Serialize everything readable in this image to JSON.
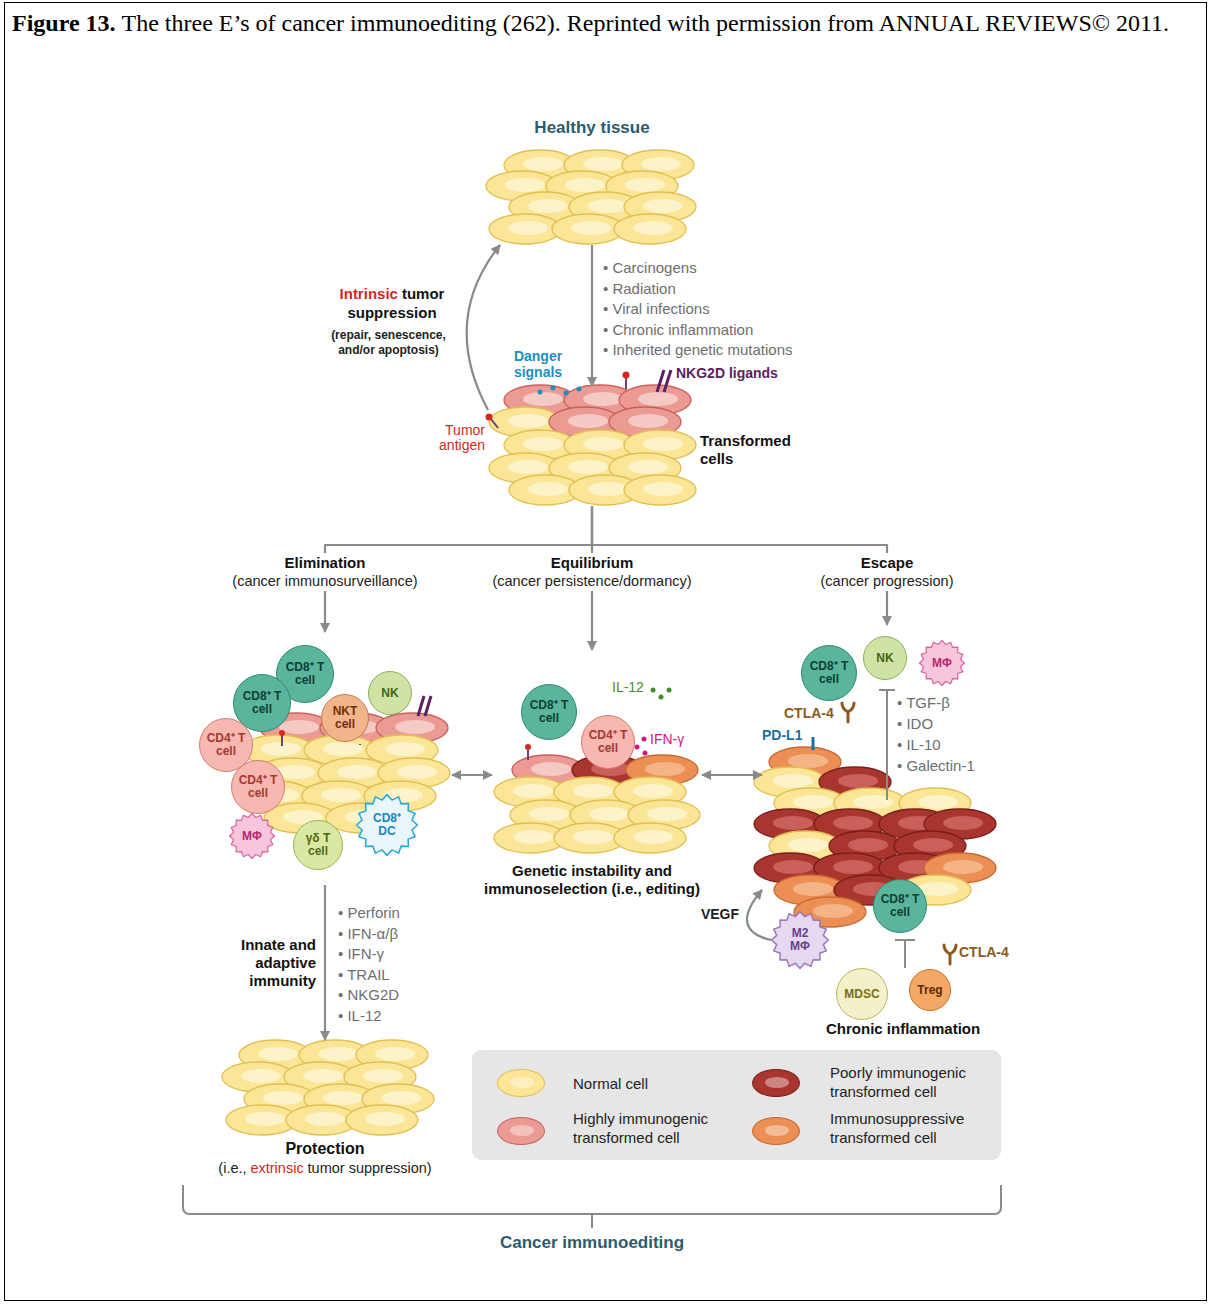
{
  "diagram": {
    "title": "Figure 13.",
    "caption": "The three E’s of cancer immunoediting (262). Reprinted with permission from ANNUAL REVIEWS© 2011.",
    "nodes": [
      {
        "text": [
          "Healthy tissue"
        ]
      },
      {
        "text": [
          "Transformed cells"
        ]
      },
      {
        "text": [
          "Elimination",
          "(cancer immunosurveillance)"
        ]
      },
      {
        "text": [
          "Equilibrium",
          "(cancer persistence/dormancy)",
          "Genetic instability and immunoselection (i.e., editing)"
        ]
      },
      {
        "text": [
          "Escape",
          "(cancer progression)"
        ]
      },
      {
        "text": [
          "Protection",
          "(i.e.,",
          "extrinsic",
          "tumor suppression)"
        ]
      },
      {
        "text": [
          "CD8⁺ T cell"
        ]
      },
      {
        "text": [
          "CD8⁺ T cell"
        ]
      },
      {
        "text": [
          "NKT cell"
        ]
      },
      {
        "text": [
          "NK"
        ]
      },
      {
        "text": [
          "CD4⁺ T cell"
        ]
      },
      {
        "text": [
          "CD4⁺ T cell"
        ]
      },
      {
        "text": [
          "MΦ"
        ]
      },
      {
        "text": [
          "γδ T cell"
        ]
      },
      {
        "text": [
          "CD8⁺ DC"
        ]
      },
      {
        "text": [
          "CD8⁺ T cell"
        ]
      },
      {
        "text": [
          "CD4⁺ T cell"
        ]
      },
      {
        "text": [
          "CD8⁺ T cell"
        ]
      },
      {
        "text": [
          "NK"
        ]
      },
      {
        "text": [
          "MΦ"
        ]
      },
      {
        "text": [
          "CD8⁺ T cell"
        ]
      },
      {
        "text": [
          "M2 MΦ"
        ]
      },
      {
        "text": [
          "MDSC"
        ]
      },
      {
        "text": [
          "Treg"
        ]
      }
    ],
    "edges": [
      {
        "from": 0,
        "to": 1,
        "arrow": "to"
      },
      {
        "from": 1,
        "to": 0,
        "arrow": "to"
      },
      {
        "from": 1,
        "to": 2,
        "arrow": "to"
      },
      {
        "from": 1,
        "to": 3,
        "arrow": "to"
      },
      {
        "from": 1,
        "to": 4,
        "arrow": "to"
      },
      {
        "from": 2,
        "to": 3,
        "arrow": "both"
      },
      {
        "from": 3,
        "to": 4,
        "arrow": "both"
      },
      {
        "from": 2,
        "to": 5,
        "label": "Innate and adaptive immunity",
        "arrow": "to"
      },
      {
        "from": 21,
        "to": 4,
        "label": "VEGF",
        "arrow": "to"
      }
    ],
    "labels": [
      "• Carcinogens",
      "• Radiation",
      "• Viral infections",
      "• Chronic inflammation",
      "• Inherited genetic mutations",
      "Intrinsic",
      "tumor suppression",
      "(repair, senescence, and/or apoptosis)",
      "Danger signals",
      "Tumor antigen",
      "NKG2D ligands",
      "• Perforin",
      "• IFN-α/β",
      "• IFN-γ",
      "• TRAIL",
      "• NKG2D",
      "• IL-12",
      "IL-12",
      "IFN-γ",
      "CTLA-4",
      "PD-L1",
      "• TGF-β",
      "• IDO",
      "• IL-10",
      "• Galectin-1",
      "CTLA-4",
      "Chronic inflammation",
      "Cancer immunoediting"
    ],
    "legend": [
      {
        "text": "Normal cell",
        "color": "#fbe596"
      },
      {
        "text": "Highly immunogenic transformed cell",
        "color": "#ec9a94"
      },
      {
        "text": "Poorly immunogenic transformed cell",
        "color": "#a9352f"
      },
      {
        "text": "Immunosuppressive transformed cell",
        "color": "#ec8f55"
      }
    ]
  }
}
